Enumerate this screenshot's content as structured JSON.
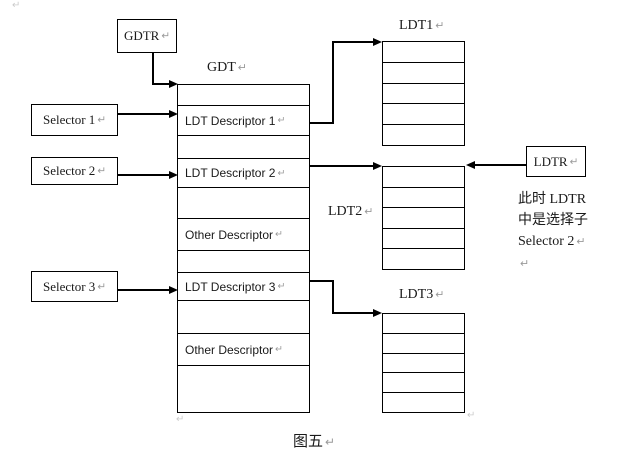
{
  "diagram": {
    "caption": "图五",
    "return_mark": "↵",
    "registers": {
      "gdtr": "GDTR",
      "ldtr": "LDTR"
    },
    "selectors": [
      "Selector 1",
      "Selector 2",
      "Selector 3"
    ],
    "gdt": {
      "title": "GDT",
      "rows": [
        "",
        "LDT Descriptor 1",
        "",
        "LDT Descriptor 2",
        "",
        "Other Descriptor",
        "",
        "LDT Descriptor 3",
        "",
        "Other Descriptor",
        ""
      ]
    },
    "ldt_tables": [
      {
        "title": "LDT1",
        "row_count": 5
      },
      {
        "title": "LDT2",
        "row_count": 5
      },
      {
        "title": "LDT3",
        "row_count": 5
      }
    ],
    "annotation": {
      "line1": "此时 LDTR",
      "line2": "中是选择子",
      "line3": "Selector 2"
    },
    "colors": {
      "line": "#000000",
      "text": "#1a1a1a",
      "return_mark": "#9a9a9a",
      "background": "#ffffff"
    }
  }
}
